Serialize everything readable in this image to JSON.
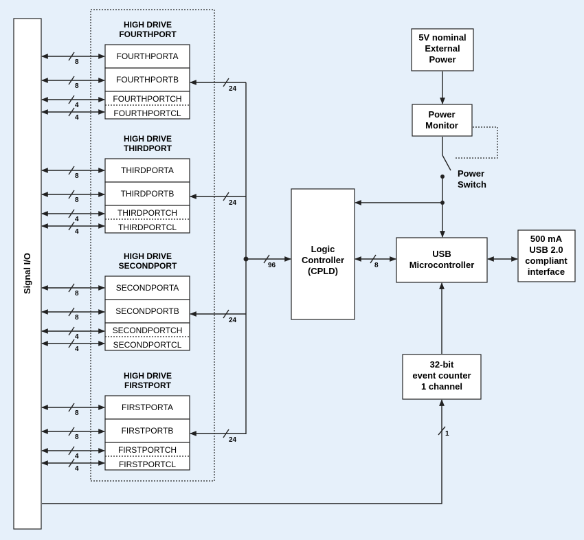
{
  "signal_io": "Signal I/O",
  "groups": [
    {
      "title1": "HIGH DRIVE",
      "title2": "FOURTHPORT",
      "a": "FOURTHPORTA",
      "b": "FOURTHPORTB",
      "ch": "FOURTHPORTCH",
      "cl": "FOURTHPORTCL",
      "bus_a": "8",
      "bus_b": "8",
      "bus_ch": "4",
      "bus_cl": "4",
      "bus_out": "24"
    },
    {
      "title1": "HIGH DRIVE",
      "title2": "THIRDPORT",
      "a": "THIRDPORTA",
      "b": "THIRDPORTB",
      "ch": "THIRDPORTCH",
      "cl": "THIRDPORTCL",
      "bus_a": "8",
      "bus_b": "8",
      "bus_ch": "4",
      "bus_cl": "4",
      "bus_out": "24"
    },
    {
      "title1": "HIGH DRIVE",
      "title2": "SECONDPORT",
      "a": "SECONDPORTA",
      "b": "SECONDPORTB",
      "ch": "SECONDPORTCH",
      "cl": "SECONDPORTCL",
      "bus_a": "8",
      "bus_b": "8",
      "bus_ch": "4",
      "bus_cl": "4",
      "bus_out": "24"
    },
    {
      "title1": "HIGH DRIVE",
      "title2": "FIRSTPORT",
      "a": "FIRSTPORTA",
      "b": "FIRSTPORTB",
      "ch": "FIRSTPORTCH",
      "cl": "FIRSTPORTCL",
      "bus_a": "8",
      "bus_b": "8",
      "bus_ch": "4",
      "bus_cl": "4",
      "bus_out": "24"
    }
  ],
  "bus_96": "96",
  "bus_8": "8",
  "bus_1": "1",
  "logic": [
    "Logic",
    "Controller",
    "(CPLD)"
  ],
  "usb": [
    "USB",
    "Microcontroller"
  ],
  "ext_power": [
    "5V nominal",
    "External",
    "Power"
  ],
  "power_monitor": [
    "Power",
    "Monitor"
  ],
  "power_switch": [
    "Power",
    "Switch"
  ],
  "usb_iface": [
    "500 mA",
    "USB 2.0",
    "compliant",
    "interface"
  ],
  "counter": [
    "32-bit",
    "event counter",
    "1 channel"
  ]
}
